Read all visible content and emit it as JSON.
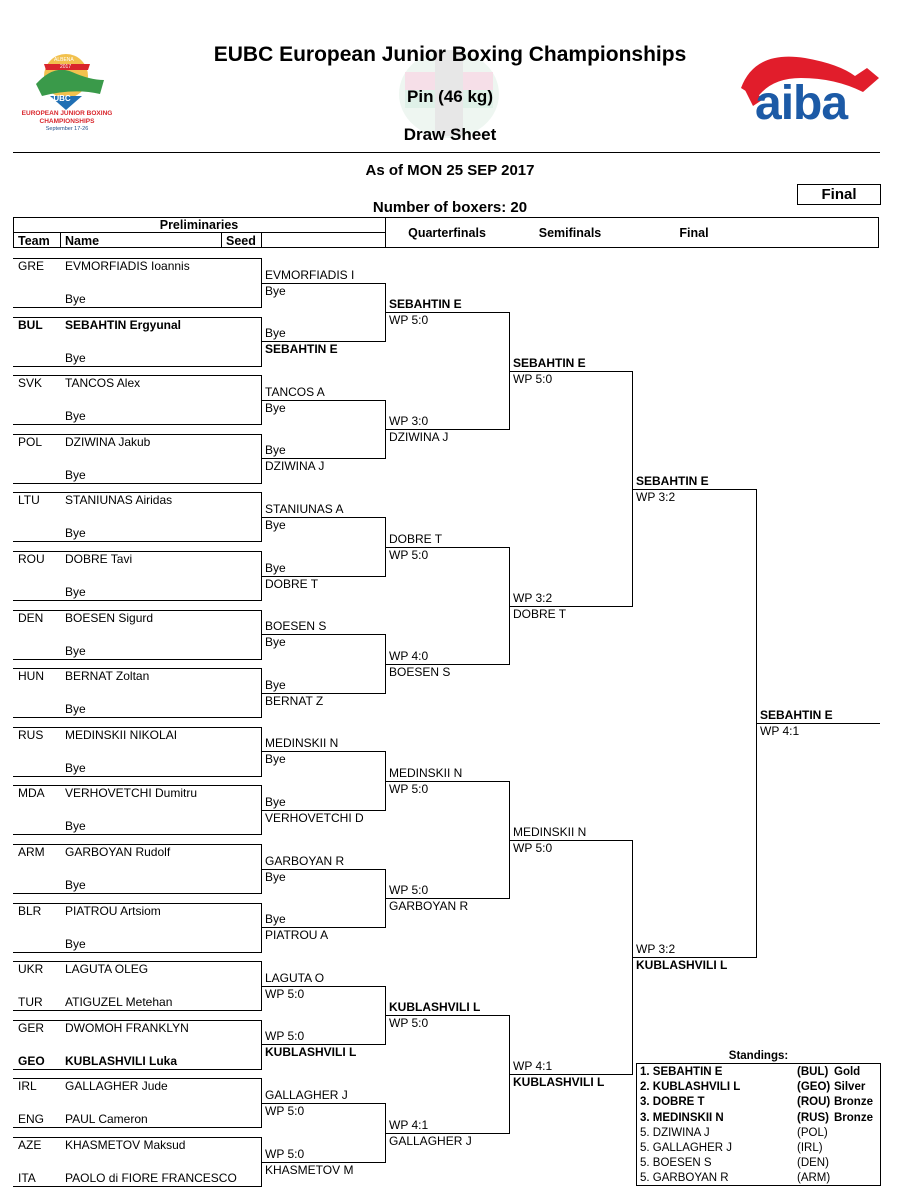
{
  "header": {
    "title": "EUBC European Junior Boxing Championships",
    "weight_class": "Pin (46 kg)",
    "sheet": "Draw Sheet",
    "as_of": "As of MON 25 SEP 2017",
    "num_boxers": "Number of boxers: 20",
    "status": "Final"
  },
  "logos": {
    "left_lines": [
      "EUBC",
      "EUROPEAN JUNIOR BOXING",
      "CHAMPIONSHIPS",
      "September 17-26",
      "ALBENA",
      "2017"
    ],
    "right": "aiba"
  },
  "columns": {
    "preliminaries": "Preliminaries",
    "team": "Team",
    "name": "Name",
    "seed": "Seed",
    "quarterfinals": "Quarterfinals",
    "semifinals": "Semifinals",
    "final": "Final"
  },
  "prelim_pairs": [
    {
      "a_team": "GRE",
      "a_name": "EVMORFIADIS Ioannis",
      "b_team": "",
      "b_name": "Bye",
      "win": "EVMORFIADIS I",
      "score": "Bye",
      "a_bold": false,
      "b_bold": false,
      "win_bold": false
    },
    {
      "a_team": "BUL",
      "a_name": "SEBAHTIN Ergyunal",
      "b_team": "",
      "b_name": "Bye",
      "win": "SEBAHTIN E",
      "score": "Bye",
      "a_bold": true,
      "b_bold": false,
      "win_bold": true
    },
    {
      "a_team": "SVK",
      "a_name": "TANCOS Alex",
      "b_team": "",
      "b_name": "Bye",
      "win": "TANCOS A",
      "score": "Bye",
      "a_bold": false,
      "b_bold": false,
      "win_bold": false
    },
    {
      "a_team": "POL",
      "a_name": "DZIWINA Jakub",
      "b_team": "",
      "b_name": "Bye",
      "win": "DZIWINA J",
      "score": "Bye",
      "a_bold": false,
      "b_bold": false,
      "win_bold": false
    },
    {
      "a_team": "LTU",
      "a_name": "STANIUNAS Airidas",
      "b_team": "",
      "b_name": "Bye",
      "win": "STANIUNAS A",
      "score": "Bye",
      "a_bold": false,
      "b_bold": false,
      "win_bold": false
    },
    {
      "a_team": "ROU",
      "a_name": "DOBRE Tavi",
      "b_team": "",
      "b_name": "Bye",
      "win": "DOBRE T",
      "score": "Bye",
      "a_bold": false,
      "b_bold": false,
      "win_bold": false
    },
    {
      "a_team": "DEN",
      "a_name": "BOESEN Sigurd",
      "b_team": "",
      "b_name": "Bye",
      "win": "BOESEN S",
      "score": "Bye",
      "a_bold": false,
      "b_bold": false,
      "win_bold": false
    },
    {
      "a_team": "HUN",
      "a_name": "BERNAT Zoltan",
      "b_team": "",
      "b_name": "Bye",
      "win": "BERNAT Z",
      "score": "Bye",
      "a_bold": false,
      "b_bold": false,
      "win_bold": false
    },
    {
      "a_team": "RUS",
      "a_name": "MEDINSKII NIKOLAI",
      "b_team": "",
      "b_name": "Bye",
      "win": "MEDINSKII N",
      "score": "Bye",
      "a_bold": false,
      "b_bold": false,
      "win_bold": false
    },
    {
      "a_team": "MDA",
      "a_name": "VERHOVETCHI Dumitru",
      "b_team": "",
      "b_name": "Bye",
      "win": "VERHOVETCHI D",
      "score": "Bye",
      "a_bold": false,
      "b_bold": false,
      "win_bold": false
    },
    {
      "a_team": "ARM",
      "a_name": "GARBOYAN Rudolf",
      "b_team": "",
      "b_name": "Bye",
      "win": "GARBOYAN R",
      "score": "Bye",
      "a_bold": false,
      "b_bold": false,
      "win_bold": false
    },
    {
      "a_team": "BLR",
      "a_name": "PIATROU Artsiom",
      "b_team": "",
      "b_name": "Bye",
      "win": "PIATROU A",
      "score": "Bye",
      "a_bold": false,
      "b_bold": false,
      "win_bold": false
    },
    {
      "a_team": "UKR",
      "a_name": "LAGUTA OLEG",
      "b_team": "TUR",
      "b_name": "ATIGUZEL Metehan",
      "win": "LAGUTA O",
      "score": "WP 5:0",
      "a_bold": false,
      "b_bold": false,
      "win_bold": false
    },
    {
      "a_team": "GER",
      "a_name": "DWOMOH FRANKLYN",
      "b_team": "GEO",
      "b_name": "KUBLASHVILI Luka",
      "win": "KUBLASHVILI L",
      "score": "WP 5:0",
      "a_bold": false,
      "b_bold": true,
      "win_bold": true
    },
    {
      "a_team": "IRL",
      "a_name": "GALLAGHER Jude",
      "b_team": "ENG",
      "b_name": "PAUL Cameron",
      "win": "GALLAGHER J",
      "score": "WP 5:0",
      "a_bold": false,
      "b_bold": false,
      "win_bold": false
    },
    {
      "a_team": "AZE",
      "a_name": "KHASMETOV Maksud",
      "b_team": "ITA",
      "b_name": "PAOLO di FIORE FRANCESCO",
      "win": "KHASMETOV M",
      "score": "WP 5:0",
      "a_bold": false,
      "b_bold": false,
      "win_bold": false
    }
  ],
  "quarterfinals": [
    {
      "win": "SEBAHTIN E",
      "score": "WP 5:0",
      "top": true,
      "bold": true
    },
    {
      "win": "DZIWINA J",
      "score": "WP 3:0",
      "top": false,
      "bold": false
    },
    {
      "win": "DOBRE T",
      "score": "WP 5:0",
      "top": true,
      "bold": false
    },
    {
      "win": "BOESEN S",
      "score": "WP 4:0",
      "top": false,
      "bold": false
    },
    {
      "win": "MEDINSKII N",
      "score": "WP 5:0",
      "top": true,
      "bold": false
    },
    {
      "win": "GARBOYAN R",
      "score": "WP 5:0",
      "top": false,
      "bold": false
    },
    {
      "win": "KUBLASHVILI L",
      "score": "WP 5:0",
      "top": true,
      "bold": true
    },
    {
      "win": "GALLAGHER J",
      "score": "WP 4:1",
      "top": false,
      "bold": false
    }
  ],
  "semifinals": [
    {
      "win": "SEBAHTIN E",
      "score": "WP 5:0",
      "top": true,
      "bold": true
    },
    {
      "win": "DOBRE T",
      "score": "WP 3:2",
      "top": false,
      "bold": false
    },
    {
      "win": "MEDINSKII N",
      "score": "WP 5:0",
      "top": true,
      "bold": false
    },
    {
      "win": "KUBLASHVILI L",
      "score": "WP 4:1",
      "top": false,
      "bold": true
    }
  ],
  "finals": [
    {
      "win": "SEBAHTIN E",
      "score": "WP 3:2",
      "top": true,
      "bold": true
    },
    {
      "win": "KUBLASHVILI L",
      "score": "WP 3:2",
      "top": false,
      "bold": true
    }
  ],
  "champion": {
    "win": "SEBAHTIN E",
    "score": "WP 4:1"
  },
  "standings": {
    "title": "Standings:",
    "rows": [
      {
        "name": "1. SEBAHTIN E",
        "country": "(BUL)",
        "medal": "Gold",
        "bold": true
      },
      {
        "name": "2. KUBLASHVILI L",
        "country": "(GEO)",
        "medal": "Silver",
        "bold": true
      },
      {
        "name": "3. DOBRE T",
        "country": "(ROU)",
        "medal": "Bronze",
        "bold": true
      },
      {
        "name": "3. MEDINSKII N",
        "country": "(RUS)",
        "medal": "Bronze",
        "bold": true
      },
      {
        "name": "5. DZIWINA J",
        "country": "(POL)",
        "medal": "",
        "bold": false
      },
      {
        "name": "5. GALLAGHER J",
        "country": "(IRL)",
        "medal": "",
        "bold": false
      },
      {
        "name": "5. BOESEN S",
        "country": "(DEN)",
        "medal": "",
        "bold": false
      },
      {
        "name": "5. GARBOYAN R",
        "country": "(ARM)",
        "medal": "",
        "bold": false
      }
    ]
  }
}
